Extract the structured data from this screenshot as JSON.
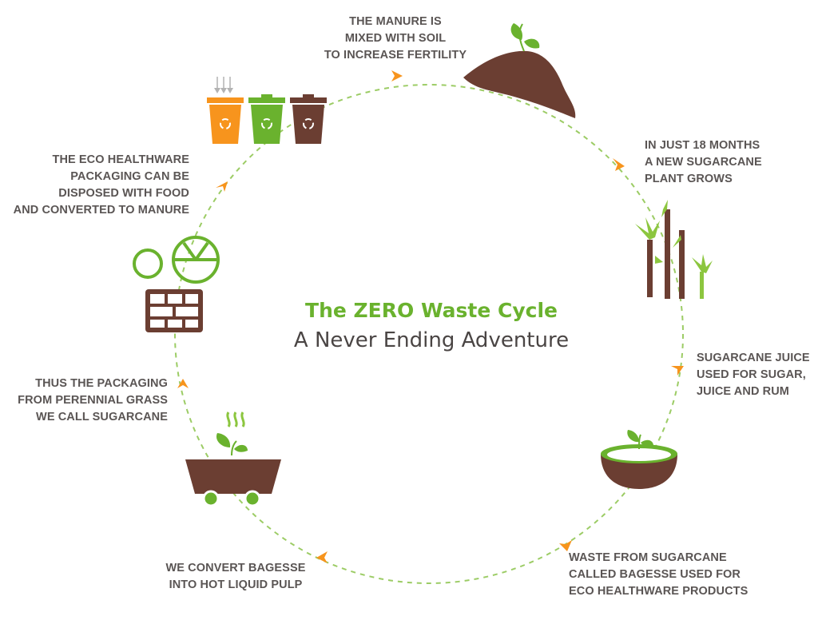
{
  "title": "The ZERO Waste Cycle",
  "subtitle": "A Never Ending Adventure",
  "colors": {
    "green": "#6ab22e",
    "light_green": "#8cc63f",
    "orange": "#f7941d",
    "brown": "#6b3e32",
    "text": "#5a5554",
    "title_text": "#4a4544",
    "dashed_line": "#9ccc65"
  },
  "steps": [
    {
      "id": "manure",
      "icon": "soil-mound-with-sprout-icon",
      "lines": [
        "THE MANURE IS",
        "MIXED WITH SOIL",
        "TO INCREASE FERTILITY"
      ]
    },
    {
      "id": "growth",
      "icon": "sugarcane-plants-icon",
      "lines": [
        "IN JUST 18 MONTHS",
        "A NEW SUGARCANE",
        "PLANT GROWS"
      ]
    },
    {
      "id": "juice",
      "icon": "sugarcane-plants-icon",
      "lines": [
        "SUGARCANE JUICE",
        "USED FOR SUGAR,",
        "JUICE AND RUM"
      ]
    },
    {
      "id": "bagesse",
      "icon": "bowl-with-sprout-icon",
      "lines": [
        "WASTE FROM SUGARCANE",
        "CALLED BAGESSE USED FOR",
        "ECO HEALTHWARE PRODUCTS"
      ]
    },
    {
      "id": "pulp",
      "icon": "cart-with-steaming-pulp-icon",
      "lines": [
        "WE CONVERT BAGESSE",
        "INTO HOT LIQUID PULP"
      ]
    },
    {
      "id": "packaging",
      "icon": "plates-and-tray-icon",
      "lines": [
        "THUS THE PACKAGING",
        "FROM PERENNIAL GRASS",
        "WE CALL SUGARCANE"
      ]
    },
    {
      "id": "disposal",
      "icon": "recycling-bins-icon",
      "lines": [
        "THE ECO HEALTHWARE",
        "PACKAGING CAN BE",
        "DISPOSED WITH FOOD",
        "AND CONVERTED TO MANURE"
      ]
    }
  ]
}
